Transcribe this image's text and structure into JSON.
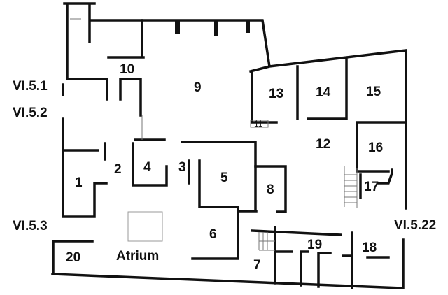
{
  "diagram": {
    "rooms": [
      "1",
      "2",
      "3",
      "4",
      "5",
      "6",
      "7",
      "8",
      "9",
      "10",
      "11",
      "12",
      "13",
      "14",
      "15",
      "16",
      "17",
      "18",
      "19",
      "20",
      "Atrium"
    ],
    "entrances": [
      "VI.5.1",
      "VI.5.2",
      "VI.5.3",
      "VI.5.22"
    ],
    "colors": {
      "wall": "#111111",
      "impluvium": "#999999"
    }
  }
}
